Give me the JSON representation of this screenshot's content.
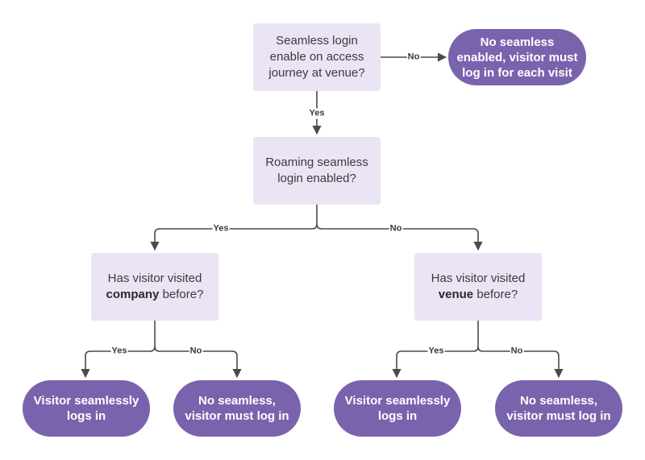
{
  "colors": {
    "question_fill": "#ebe4f5",
    "result_fill": "#7a63ad",
    "connector": "#4a4a4a"
  },
  "nodes": {
    "q_access": {
      "line1": "Seamless login",
      "line2": "enable on access",
      "line3": "journey at venue?"
    },
    "r_no_seamless_each_visit": {
      "line1": "No seamless",
      "line2": "enabled, visitor must",
      "line3": "log in for each visit"
    },
    "q_roaming": {
      "line1": "Roaming seamless",
      "line2": "login enabled?"
    },
    "q_company": {
      "line1": "Has visitor visited",
      "bold": "company",
      "tail": " before?"
    },
    "q_venue": {
      "line1": "Has visitor visited",
      "bold": "venue",
      "tail": " before?"
    },
    "r_company_yes": {
      "line1": "Visitor seamlessly",
      "line2": "logs in"
    },
    "r_company_no": {
      "line1": "No seamless,",
      "line2": "visitor must log in"
    },
    "r_venue_yes": {
      "line1": "Visitor seamlessly",
      "line2": "logs in"
    },
    "r_venue_no": {
      "line1": "No seamless,",
      "line2": "visitor must log in"
    }
  },
  "edges": {
    "access_no": "No",
    "access_yes": "Yes",
    "roaming_yes": "Yes",
    "roaming_no": "No",
    "company_yes": "Yes",
    "company_no": "No",
    "venue_yes": "Yes",
    "venue_no": "No"
  }
}
